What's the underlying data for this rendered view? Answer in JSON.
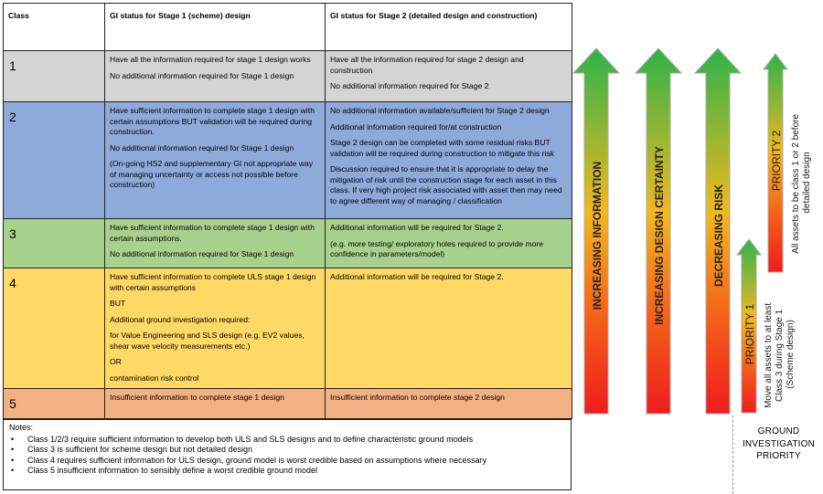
{
  "table": {
    "headers": [
      "Class",
      "GI status for Stage 1 (scheme) design",
      "GI status for Stage 2 (detailed design and construction)"
    ],
    "rows": [
      {
        "cls": "1",
        "color": "#d4d4d4",
        "s1": [
          "Have all the information required for stage 1 design works",
          "No additional information required for Stage 1 design"
        ],
        "s2": [
          "Have all the information required for stage 2 design and construction",
          "No additional information required for Stage 2"
        ]
      },
      {
        "cls": "2",
        "color": "#8eaadb",
        "s1": [
          "Have sufficient information to complete stage 1 design with certain assumptions BUT validation will be required during construction.",
          "No additional information required for Stage 1 design",
          "(On-going HS2 and supplementary GI not appropriate way of managing uncertainty or access not possible before construction)"
        ],
        "s2": [
          "No additional information available/sufficient for Stage 2 design",
          "Additional information required for/at construction",
          "Stage 2 design can be completed with some residual risks BUT validation will be required during construction to mitigate this risk",
          "Discussion required to ensure that it is appropriate to delay the mitigation of risk until the construction stage for each asset in this class.  If very high project risk associated with asset then may need to agree different way of managing / classification"
        ]
      },
      {
        "cls": "3",
        "color": "#a9d18e",
        "s1": [
          "Have sufficient information to complete stage 1 design with certain assumptions.",
          "No additional information required for Stage 1 design"
        ],
        "s2": [
          "Additional information will be required for Stage 2.",
          "(e.g. more testing/ exploratory holes required to provide more confidence in parameters/model)"
        ]
      },
      {
        "cls": "4",
        "color": "#ffd966",
        "s1": [
          "Have sufficient information to complete ULS stage 1 design with certain assumptions",
          "BUT",
          "Additional ground investigation required:",
          "for Value Engineering and SLS design (e.g. EV2 values, shear wave velocity measurements etc.)",
          "OR",
          "contamination risk control"
        ],
        "s2": [
          "Additional information will be required for Stage 2."
        ]
      },
      {
        "cls": "5",
        "color": "#f4b183",
        "s1": [
          "Insufficient information to complete stage 1 design"
        ],
        "s2": [
          "Insufficient information to complete stage 2 design"
        ]
      }
    ]
  },
  "notes": {
    "title": "Notes:",
    "items": [
      "Class 1/2/3 require sufficient information to develop both ULS and SLS designs and to define characteristic ground models",
      "Class 3 is sufficient for scheme design but not detailed design",
      "Class 4 requires sufficient information for ULS design, ground model is worst credible based on assumptions where necessary",
      "Class 5 insufficient information to sensibly define a worst credible ground model"
    ]
  },
  "arrows": {
    "increasing_information": "INCREASING INFORMATION",
    "increasing_design_certainty": "INCREASING DESIGN CERTAINTY",
    "decreasing_risk": "DECREASING RISK",
    "priority1": "PRIORITY 1",
    "priority1_note": [
      "Move all assets to at least",
      "Class 3 during Stage 1",
      "(Scheme design)"
    ],
    "priority2": "PRIORITY 2",
    "priority2_note": [
      "All assets to be class 1 or 2 before",
      "detailed design"
    ]
  },
  "ground_investigation_priority": [
    "GROUND",
    "INVESTIGATION",
    "PRIORITY"
  ]
}
